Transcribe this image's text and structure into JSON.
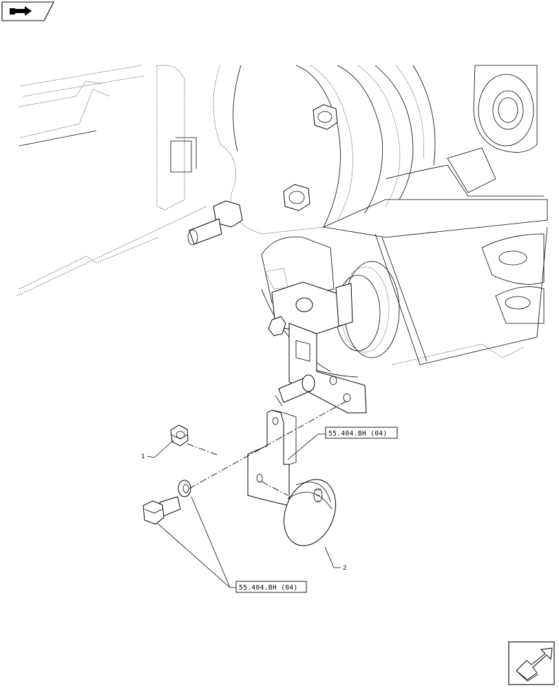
{
  "callouts": {
    "item_1": "1",
    "item_2": "2"
  },
  "references": {
    "ref_upper": "55.404.BH (04)",
    "ref_lower": "55.404.BH (04)"
  },
  "icons": {
    "top_left": "book-arrow-icon",
    "bottom_right": "next-page-arrow-icon"
  }
}
